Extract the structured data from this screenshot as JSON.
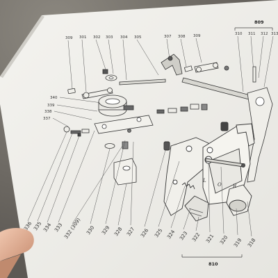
{
  "figure_numbers": {
    "top": "809",
    "bottom": "810"
  },
  "top_callouts": [
    "309",
    "301",
    "302",
    "303",
    "304",
    "305",
    "307",
    "308",
    "309",
    "310",
    "311",
    "312",
    "313"
  ],
  "left_callouts": [
    "340",
    "339",
    "338",
    "337"
  ],
  "bottom_callouts": [
    "336",
    "335",
    "334",
    "333",
    "332 (309)",
    "330",
    "329",
    "328",
    "327",
    "326",
    "325",
    "324",
    "323",
    "322",
    "321",
    "320",
    "319",
    "318"
  ],
  "position_letters": [
    "L",
    "O",
    "R"
  ]
}
